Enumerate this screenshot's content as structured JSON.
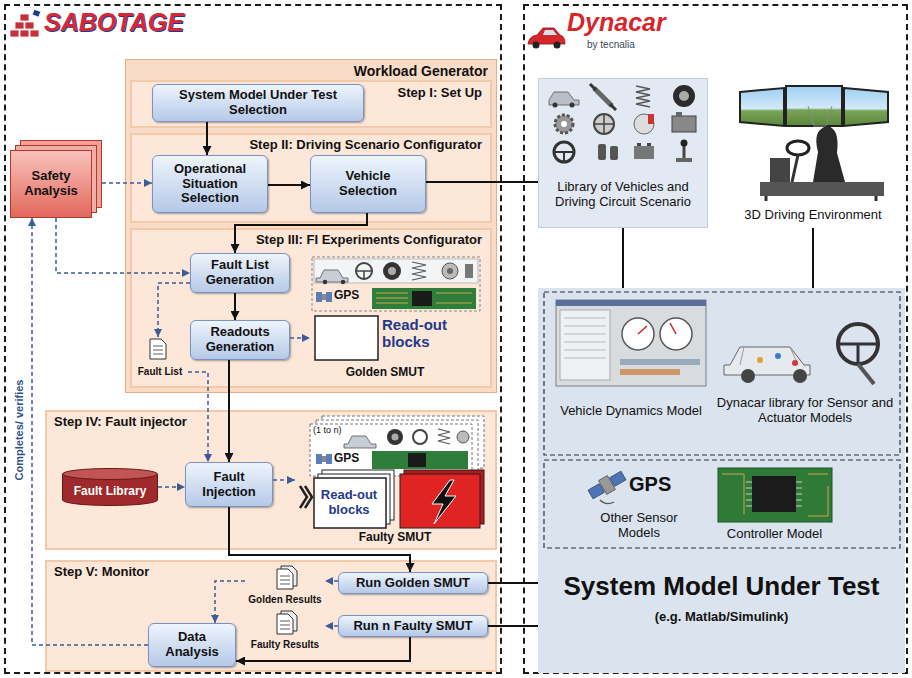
{
  "diagram": {
    "nodes": [
      {
        "text": [
          "SABOTAGE"
        ]
      },
      {
        "text": [
          "Workload Generator"
        ],
        "in": 0
      },
      {
        "text": [
          "Step I: Set Up"
        ],
        "in": 1
      },
      {
        "text": [
          "System Model Under Test Selection"
        ],
        "in": 2
      },
      {
        "text": [
          "Step II: Driving Scenario Configurator"
        ],
        "in": 1
      },
      {
        "text": [
          "Operational Situation Selection"
        ],
        "in": 4
      },
      {
        "text": [
          "Vehicle Selection"
        ],
        "in": 4
      },
      {
        "text": [
          "Step III: FI Experiments Configurator"
        ],
        "in": 1
      },
      {
        "text": [
          "Fault List Generation"
        ],
        "in": 7
      },
      {
        "text": [
          "Readouts Generation"
        ],
        "in": 7
      },
      {
        "text": [
          "GPS",
          "Read-out blocks",
          "Golden SMUT"
        ],
        "in": 7
      },
      {
        "text": [
          "Fault List"
        ],
        "in": 7
      },
      {
        "text": [
          "Safety Analysis"
        ],
        "in": 0
      },
      {
        "text": [
          "Step IV: Fault injector"
        ],
        "in": 0
      },
      {
        "text": [
          "Fault Library"
        ],
        "in": 13
      },
      {
        "text": [
          "Fault Injection"
        ],
        "in": 13
      },
      {
        "text": [
          "(1 to n)",
          "GPS",
          "Read-out blocks",
          "Faulty SMUT"
        ],
        "in": 13
      },
      {
        "text": [
          "Step V: Monitor"
        ],
        "in": 0
      },
      {
        "text": [
          "Run Golden SMUT"
        ],
        "in": 17
      },
      {
        "text": [
          "Run n Faulty SMUT"
        ],
        "in": 17
      },
      {
        "text": [
          "Golden Results"
        ],
        "in": 17
      },
      {
        "text": [
          "Faulty Results"
        ],
        "in": 17
      },
      {
        "text": [
          "Data Analysis"
        ],
        "in": 17
      },
      {
        "text": [
          "Dynacar",
          "by tecnalia"
        ]
      },
      {
        "text": [
          "Library of Vehicles and Driving Circuit Scenario"
        ],
        "in": 23
      },
      {
        "text": [
          "3D Driving Environment"
        ],
        "in": 23
      },
      {
        "text": [
          "System Model Under Test",
          "(e.g. Matlab/Simulink)"
        ],
        "in": 23
      },
      {
        "text": [
          "Vehicle Dynamics Model"
        ],
        "in": 26
      },
      {
        "text": [
          "Dynacar library for Sensor and Actuator Models"
        ],
        "in": 26
      },
      {
        "text": [
          "GPS",
          "Other Sensor Models"
        ],
        "in": 26
      },
      {
        "text": [
          "Controller Model"
        ],
        "in": 26
      }
    ],
    "edges": [
      {
        "from": 3,
        "to": 5,
        "arrow": "to"
      },
      {
        "from": 5,
        "to": 6,
        "arrow": "to"
      },
      {
        "from": 6,
        "to": 8,
        "arrow": "to"
      },
      {
        "from": 8,
        "to": 9,
        "arrow": "to"
      },
      {
        "from": 9,
        "to": 15,
        "arrow": "to"
      },
      {
        "from": 15,
        "to": 18,
        "arrow": "to"
      },
      {
        "from": 12,
        "to": 5,
        "arrow": "to"
      },
      {
        "from": 12,
        "to": 8,
        "arrow": "to"
      },
      {
        "from": 8,
        "to": 11,
        "arrow": "to"
      },
      {
        "from": 9,
        "to": 10,
        "arrow": "to"
      },
      {
        "from": 11,
        "to": 15,
        "arrow": "to"
      },
      {
        "from": 14,
        "to": 15,
        "arrow": "to"
      },
      {
        "from": 15,
        "to": 16,
        "arrow": "to"
      },
      {
        "from": 18,
        "to": 20,
        "arrow": "to"
      },
      {
        "from": 19,
        "to": 21,
        "arrow": "to"
      },
      {
        "from": 20,
        "to": 22,
        "arrow": "to"
      },
      {
        "from": 19,
        "to": 22,
        "arrow": "to"
      },
      {
        "from": 22,
        "to": 12,
        "arrow": "to",
        "label": "Completes/ verifies"
      },
      {
        "from": 6,
        "to": 24,
        "arrow": "none"
      },
      {
        "from": 18,
        "to": 26,
        "arrow": "none"
      },
      {
        "from": 19,
        "to": 26,
        "arrow": "none"
      },
      {
        "from": 24,
        "to": 26,
        "arrow": "none"
      },
      {
        "from": 25,
        "to": 26,
        "arrow": "none"
      }
    ]
  }
}
